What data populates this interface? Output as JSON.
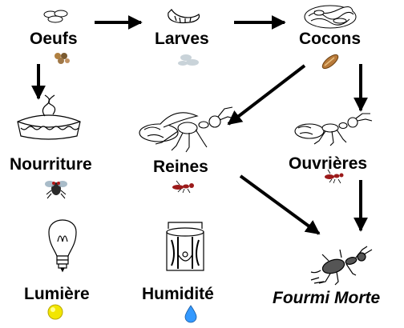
{
  "diagram": {
    "nodes": {
      "eggs": {
        "label": "Oeufs",
        "icon": "egg-pile-icon"
      },
      "larvae": {
        "label": "Larves",
        "icon": "larva-icon"
      },
      "cocoons": {
        "label": "Cocons",
        "icon": "cocoon-icon"
      },
      "food": {
        "label": "Nourriture",
        "icon": "fly-icon"
      },
      "queens": {
        "label": "Reines",
        "icon": "queen-ant-icon"
      },
      "workers": {
        "label": "Ouvrières",
        "icon": "worker-ant-icon"
      },
      "light": {
        "label": "Lumière",
        "icon": "light-bulb-icon"
      },
      "humidity": {
        "label": "Humidité",
        "icon": "water-drop-icon"
      },
      "dead_ant": {
        "label": "Fourmi Morte",
        "icon": "dead-ant-icon"
      }
    },
    "edges": [
      [
        "eggs",
        "larvae"
      ],
      [
        "larvae",
        "cocoons"
      ],
      [
        "eggs",
        "food"
      ],
      [
        "cocoons",
        "queens"
      ],
      [
        "cocoons",
        "workers"
      ],
      [
        "queens",
        "dead_ant"
      ],
      [
        "workers",
        "dead_ant"
      ]
    ],
    "colors": {
      "line": "#000000",
      "bulb": "#f2e600",
      "drop": "#3399ff",
      "ant_red": "#9b1a1a"
    }
  }
}
